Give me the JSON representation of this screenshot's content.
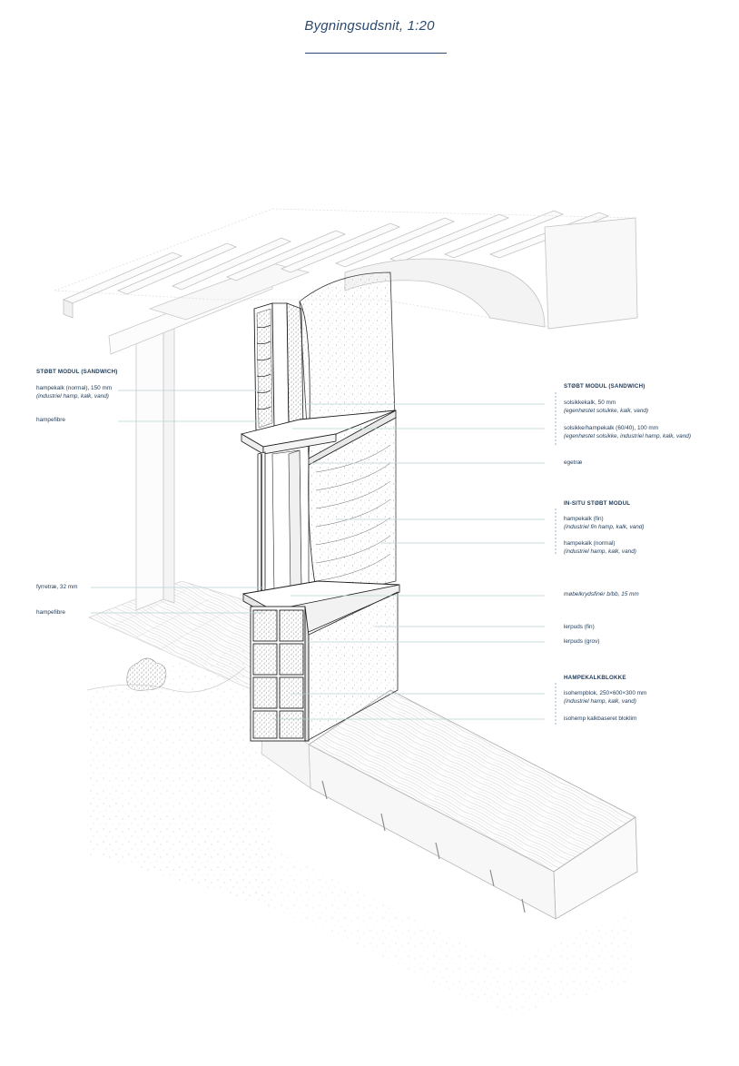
{
  "title": "Bygningsudsnit, 1:20",
  "left": {
    "group1": {
      "heading": "STØBT MODUL (SANDWICH)",
      "item1": "hampekalk (normal), 150 mm",
      "item1_sub": "(industriel hamp, kalk, vand)",
      "item2": "hampefibre"
    },
    "item3": "fyrretræ, 32 mm",
    "item4": "hampefibre"
  },
  "right": {
    "group1": {
      "heading": "STØBT MODUL (SANDWICH)",
      "item1": "solsikkekalk, 50 mm",
      "item1_sub": "(egenhøstet solsikke, kalk, vand)",
      "item2": "solsikke/hampekalk (60/40), 100 mm",
      "item2_sub": "(egenhøstet solsikke, industriel hamp, kalk, vand)"
    },
    "item_egetrae": "egetræ",
    "group2": {
      "heading": "IN-SITU STØBT MODUL",
      "item1": "hampekalk (fin)",
      "item1_sub": "(industriel fin hamp, kalk, vand)",
      "item2": "hampekalk (normal)",
      "item2_sub": "(industriel hamp, kalk, vand)"
    },
    "item_mobel": "møbelkrydsfinér b/bb, 15 mm",
    "item_lerpuds_fin": "lerpuds (fin)",
    "item_lerpuds_grov": "lerpuds (grov)",
    "group3": {
      "heading": "HAMPEKALKBLOKKE",
      "item1": "isohempblok, 250×600×300 mm",
      "item1_sub": "(industriel hamp, kalk, vand)",
      "item2": "isohemp kalkbaseret bloklim"
    }
  },
  "colors": {
    "accent": "#2c4a6e",
    "leader": "#b9d3d3",
    "linework": "#1e1e1e",
    "faint": "#c9c9c9"
  }
}
